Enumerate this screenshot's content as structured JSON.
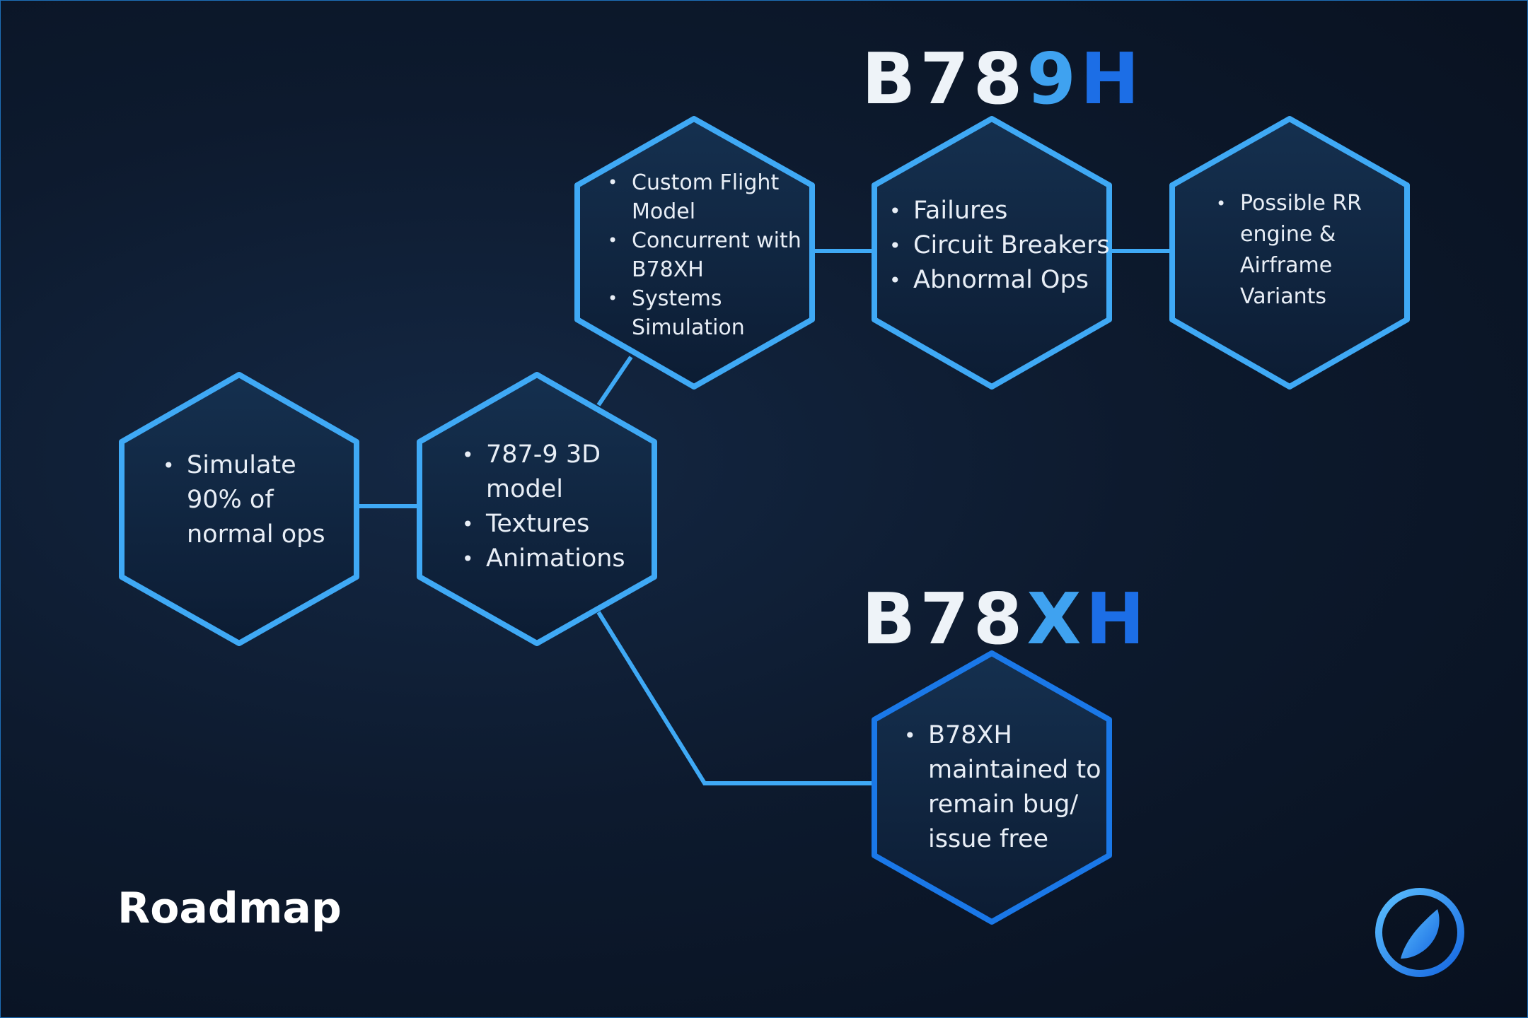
{
  "headings": {
    "b789h": {
      "part_white": "B78",
      "part_light": "9",
      "part_dark": "H"
    },
    "b78xh": {
      "part_white": "B78",
      "part_light": "X",
      "part_dark": "H"
    }
  },
  "nodes": {
    "simulate": {
      "items": [
        "Simulate 90% of normal ops"
      ]
    },
    "model3d": {
      "items": [
        "787-9 3D model",
        "Textures",
        "Animations"
      ]
    },
    "flight": {
      "items": [
        "Custom Flight Model",
        "Concurrent with B78XH",
        "Systems Simulation"
      ]
    },
    "failures": {
      "items": [
        "Failures",
        "Circuit Breakers",
        "Abnormal Ops"
      ]
    },
    "variants": {
      "items": [
        "Possible RR engine & Airframe Variants"
      ]
    },
    "maintain": {
      "items": [
        "B78XH maintained to remain bug/ issue free"
      ]
    }
  },
  "footer": {
    "title": "Roadmap"
  },
  "colors": {
    "hex_stroke": "#3fa9f5",
    "hex_stroke_dark": "#1a78e8",
    "hex_fill_top": "#15304f",
    "hex_fill_bottom": "#0c1c33",
    "connector": "#3fa9f5",
    "text": "#e8eef6"
  },
  "icons": {
    "logo": "circle-slash-logo-icon"
  }
}
